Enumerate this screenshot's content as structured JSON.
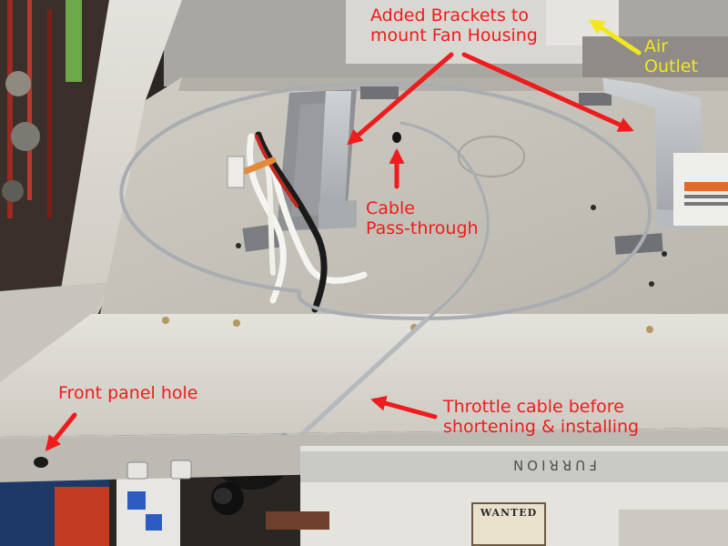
{
  "annotations": {
    "brackets": [
      "Added Brackets to",
      "mount Fan Housing"
    ],
    "air_outlet": [
      "Air",
      "Outlet"
    ],
    "cable_pass": [
      "Cable",
      "Pass-through"
    ],
    "front_hole": [
      "Front panel hole"
    ],
    "throttle": [
      "Throttle cable before",
      "shortening & installing"
    ]
  },
  "brand_text": "FURRION",
  "sign_text": "WANTED",
  "colors": {
    "annotation_red": "#ee1c1c",
    "annotation_yellow": "#f3e61c"
  }
}
